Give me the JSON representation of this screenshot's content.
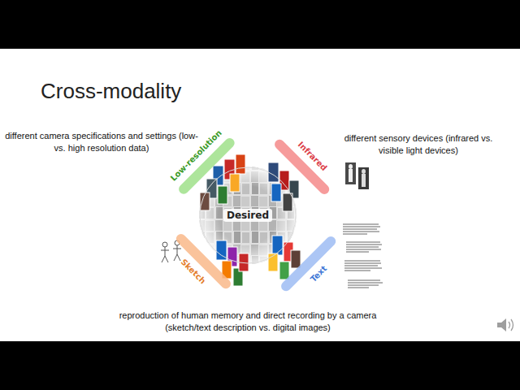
{
  "diagram": {
    "title": "Cross-modality",
    "nodes": [
      {
        "text": [
          "Low-resolution"
        ]
      },
      {
        "text": [
          "Infrared"
        ]
      },
      {
        "text": [
          "Desired"
        ]
      },
      {
        "text": [
          "Sketch"
        ]
      },
      {
        "text": [
          "Text"
        ]
      }
    ],
    "labels": [
      "different camera specifications and settings (low- vs. high resolution data)",
      "different sensory devices (infrared vs. visible light devices)",
      "reproduction of human memory and direct recording by a camera (sketch/text description vs. digital images)"
    ]
  }
}
